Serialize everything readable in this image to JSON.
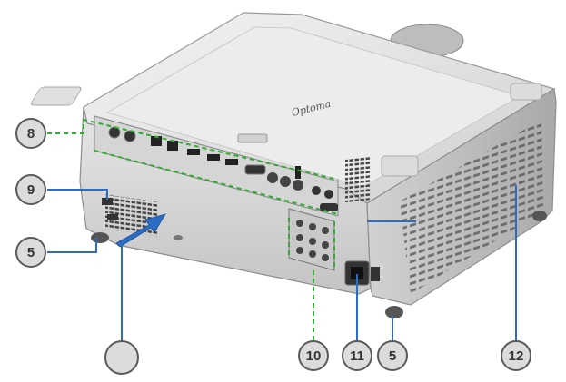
{
  "product": {
    "brand_logo_text": "Optoma"
  },
  "callouts": {
    "c8": "8",
    "c9": "9",
    "c5a": "5",
    "c_blank": "",
    "c10": "10",
    "c11": "11",
    "c5b": "5",
    "c12": "12"
  },
  "colors": {
    "leader_line": "#2eae2e",
    "callout_fill": "#dcdcdc",
    "callout_stroke": "#5a5a5a",
    "arrow": "#2b6cc4"
  }
}
